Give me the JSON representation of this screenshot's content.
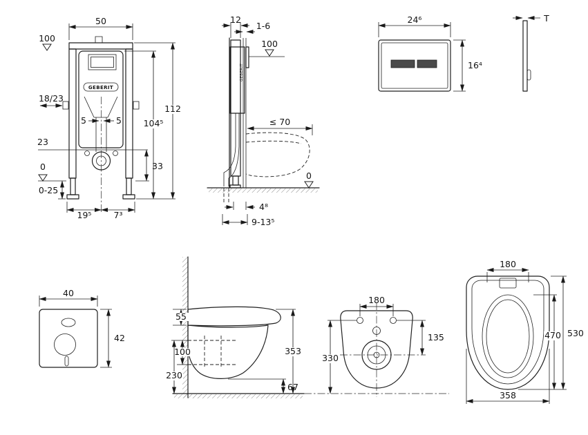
{
  "brand": "GEBERIT",
  "frame_front": {
    "width": "50",
    "supply_height": "100",
    "total_height": "112",
    "inner_height": "104⁵",
    "depth_range": "18/23",
    "offset_left": "5",
    "offset_right": "5",
    "outlet_level": "23",
    "floor_level": "0",
    "foot_adjust": "0-25",
    "foot_depth": "19⁵",
    "foot_offset": "7³",
    "lower_height": "33"
  },
  "frame_side": {
    "profile_depth": "12",
    "finish_thickness": "1-6",
    "plate_height": "100",
    "max_distance": "≤ 70",
    "floor_level": "0",
    "outlet_dim": "4⁸",
    "outlet_range": "9-13⁵"
  },
  "flush_plate": {
    "width": "24⁶",
    "height": "16⁴",
    "thickness": "T"
  },
  "sound_pad": {
    "width": "40",
    "height": "42"
  },
  "wc_side": {
    "seat_section": "55",
    "fixing_section": "100",
    "outlet_height": "230",
    "top_height": "353",
    "floor_clearance": "67"
  },
  "wc_rear": {
    "hole_spacing": "180",
    "hole_to_outlet": "135",
    "inlet_height": "330"
  },
  "wc_top": {
    "fixing_spacing": "180",
    "inner_length": "470",
    "total_length": "530",
    "width": "358"
  }
}
